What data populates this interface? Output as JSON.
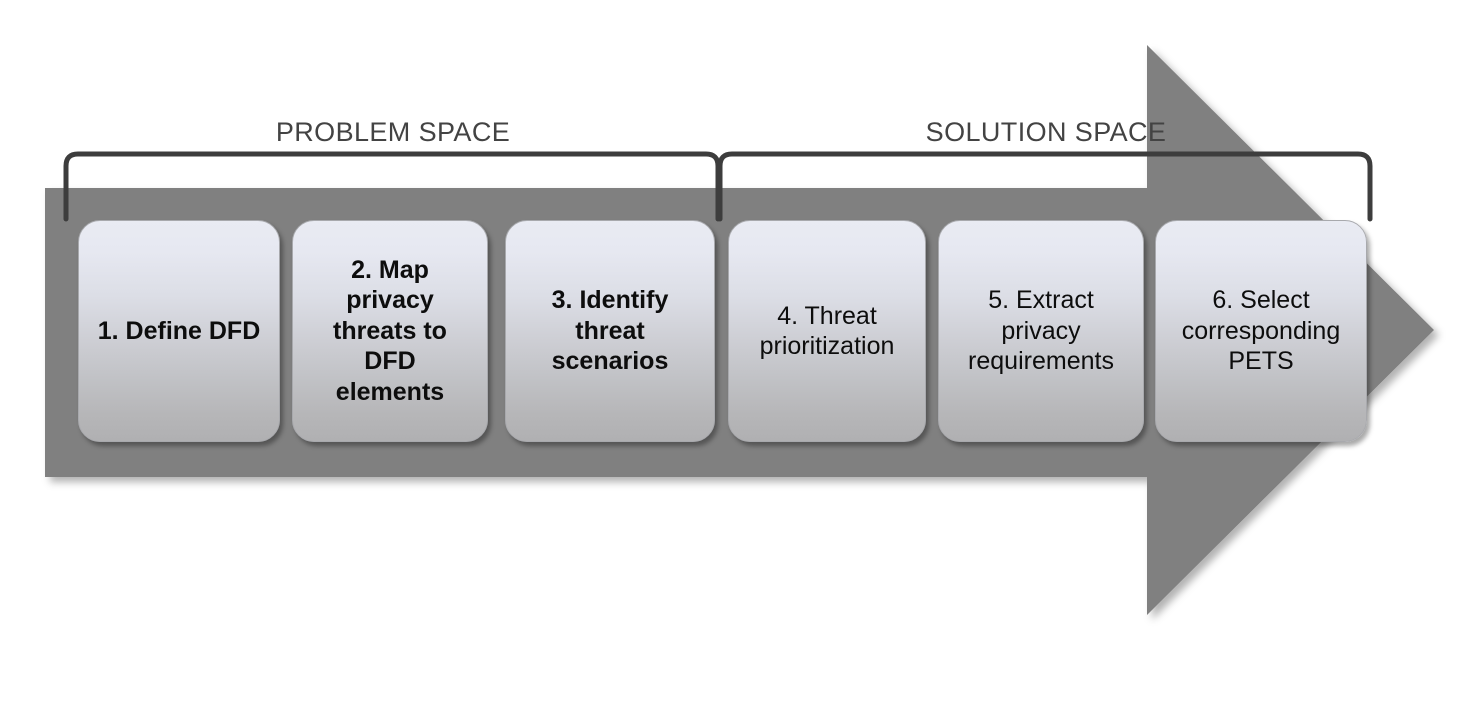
{
  "diagram": {
    "title_problem": "PROBLEM SPACE",
    "title_solution": "SOLUTION SPACE",
    "arrow_color": "#808080",
    "label_color": "#434343",
    "bracket_color": "#3d3d3d",
    "box_gradient_top": "#e9ebf3",
    "box_gradient_bottom": "#b0b0b2",
    "text_color": "#0d0d0d",
    "steps": [
      {
        "number": "1.",
        "label": "1. Define DFD",
        "bold": true
      },
      {
        "number": "2.",
        "label": "2. Map\nprivacy\nthreats to\nDFD\nelements",
        "bold": true
      },
      {
        "number": "3.",
        "label": "3. Identify\nthreat\nscenarios",
        "bold": true
      },
      {
        "number": "4.",
        "label": "4. Threat\nprioritization",
        "bold": false
      },
      {
        "number": "5.",
        "label": "5. Extract\nprivacy\nrequirements",
        "bold": false
      },
      {
        "number": "6.",
        "label": "6. Select\ncorresponding\nPETS",
        "bold": false
      }
    ]
  }
}
